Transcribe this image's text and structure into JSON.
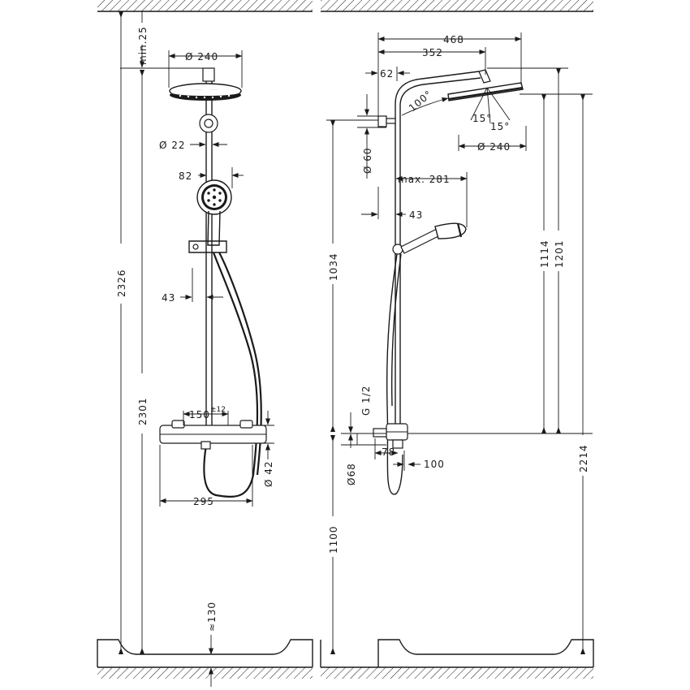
{
  "front_view": {
    "dims": {
      "d240": "Ø 240",
      "min25": "min.25",
      "d22": "Ø 22",
      "d82": "82",
      "d43": "43",
      "d2326": "2326",
      "d2301": "2301",
      "d150": "150",
      "tol150": "±12",
      "d42": "Ø 42",
      "d295": "295",
      "d130": "≈130"
    }
  },
  "side_view": {
    "dims": {
      "d468": "468",
      "d352": "352",
      "d62": "62",
      "a100": "100°",
      "a15a": "15°",
      "a15b": "15°",
      "d240": "Ø 240",
      "d60": "Ø 60",
      "max281": "max. 281",
      "d43": "43",
      "d1034": "1034",
      "d1114": "1114",
      "d1201": "1201",
      "g12": "G 1/2",
      "d78": "78",
      "d68": "Ø68",
      "d100": "100",
      "d2214": "2214",
      "d1100": "1100"
    }
  }
}
